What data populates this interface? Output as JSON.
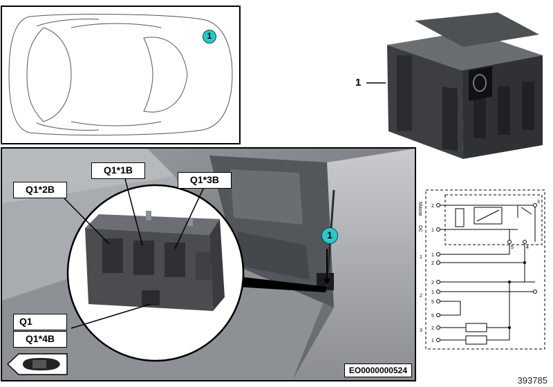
{
  "locator": {
    "callout": "1"
  },
  "photo": {
    "callout": "1",
    "labels": {
      "q1_2b": "Q1*2B",
      "q1_1b": "Q1*1B",
      "q1_3b": "Q1*3B",
      "q1": "Q1",
      "q1_4b": "Q1*4B"
    },
    "doc_code": "EO0000000524"
  },
  "part": {
    "number": "1"
  },
  "schematic": {
    "side_labels": [
      "Masse",
      "DC"
    ],
    "terminal_numbers": [
      "2",
      "1",
      "3",
      "5",
      "4",
      "1",
      "2",
      "2",
      "1",
      "5",
      "5",
      "2",
      "1"
    ],
    "group_labels": [
      "1",
      "2",
      "3"
    ]
  },
  "image_id": "393785",
  "colors": {
    "callout": "#2bc7c9",
    "photo_bg": "#6f7276"
  }
}
